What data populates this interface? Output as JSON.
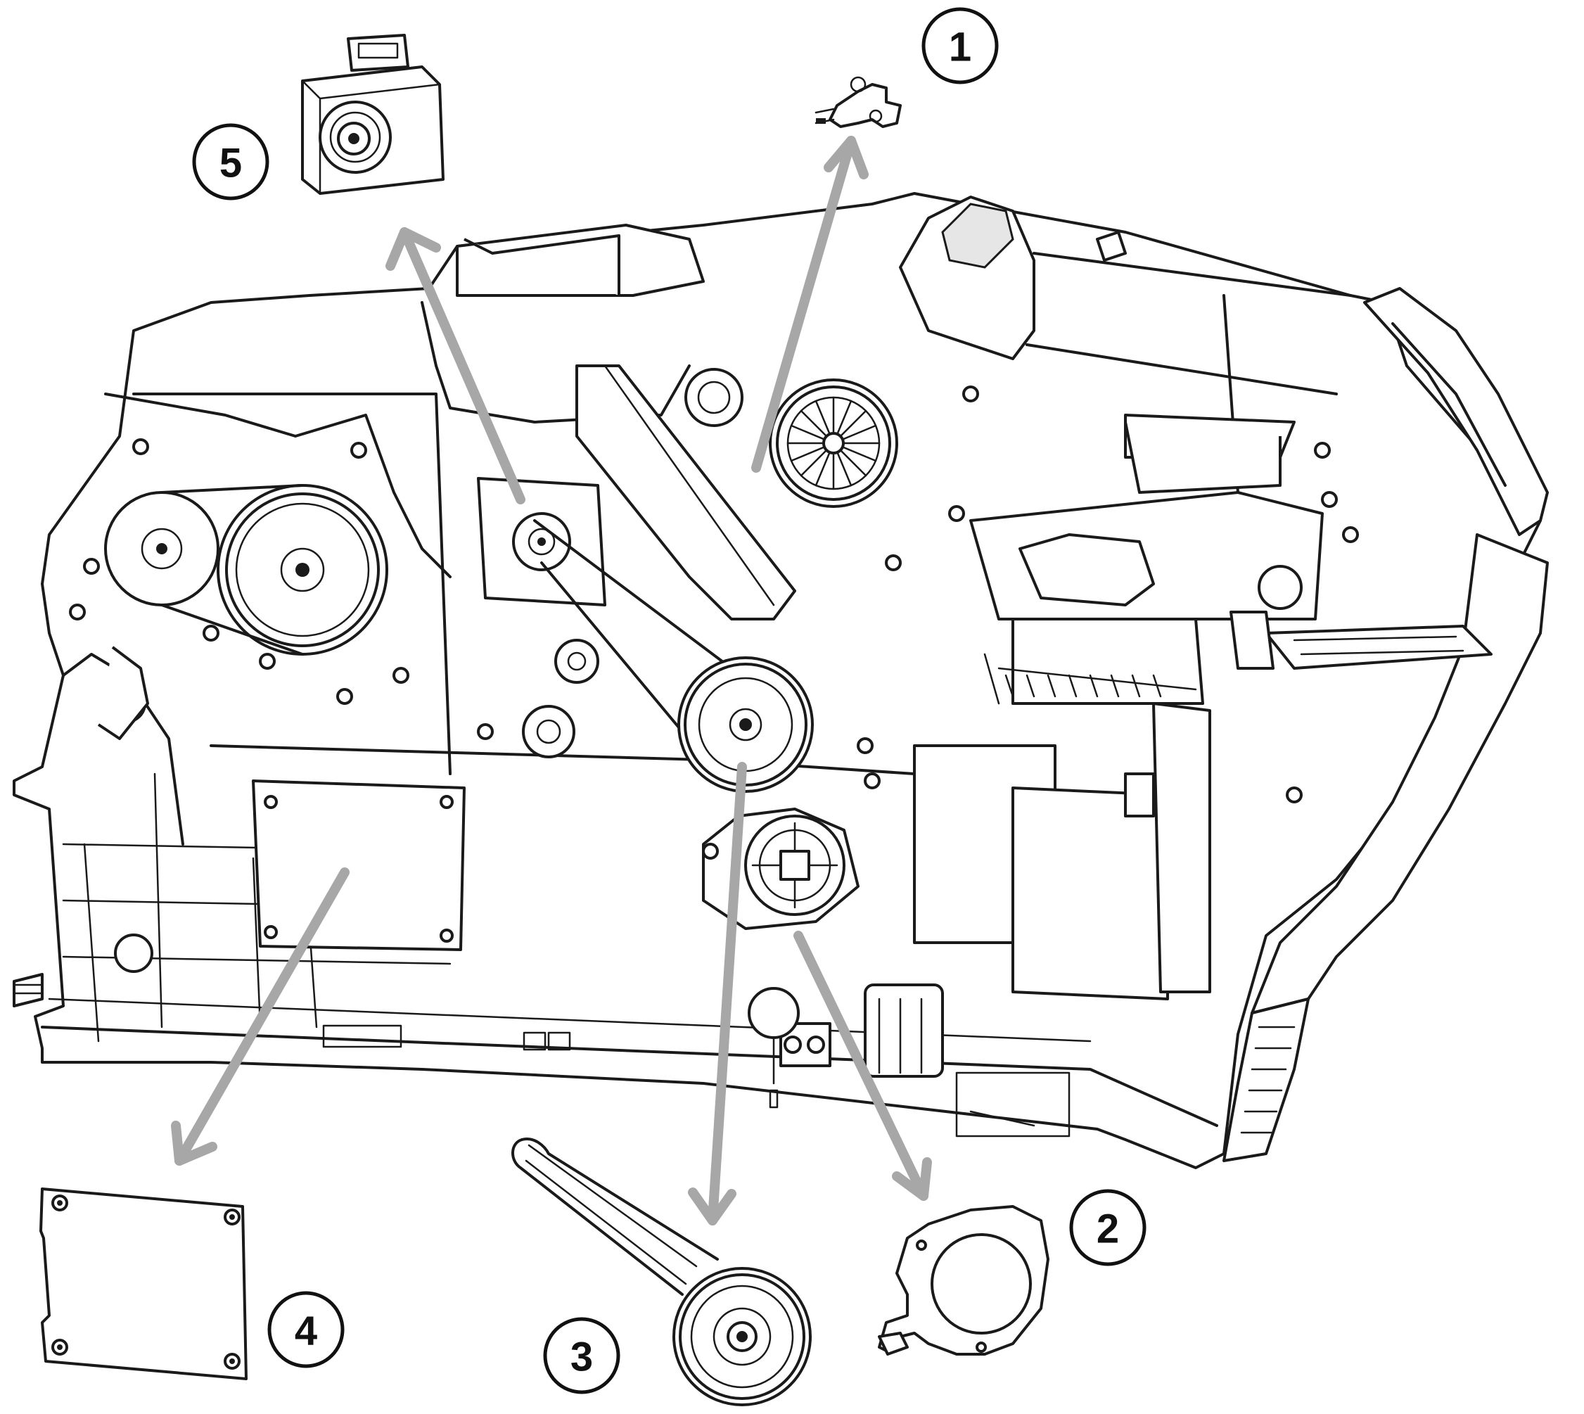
{
  "callouts": [
    {
      "label": "1",
      "part": "sensor"
    },
    {
      "label": "2",
      "part": "bracket"
    },
    {
      "label": "3",
      "part": "belt-and-pulley"
    },
    {
      "label": "4",
      "part": "cover-plate"
    },
    {
      "label": "5",
      "part": "stepper-motor"
    }
  ],
  "colors": {
    "arrow": "#a7a7a7",
    "ink": "#1a1a1a",
    "background": "#ffffff"
  }
}
